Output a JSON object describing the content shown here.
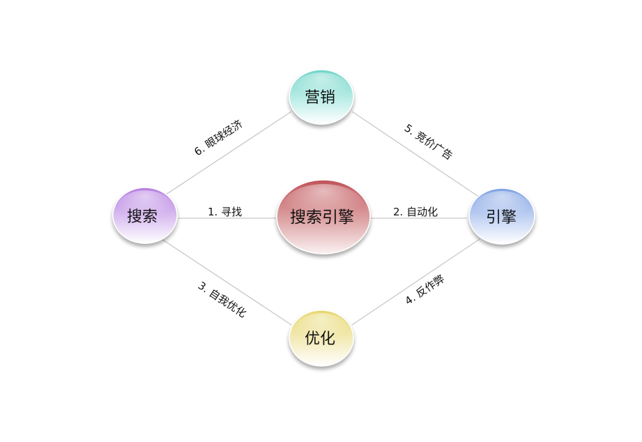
{
  "nodes": {
    "center": "搜索引擎",
    "search": "搜索",
    "marketing": "营销",
    "engine": "引擎",
    "optimize": "优化"
  },
  "edges": {
    "find": "1. 寻找",
    "automation": "2. 自动化",
    "self_optimize": "3. 自我优化",
    "anti_cheat": "4. 反作弊",
    "bidding_ads": "5. 竞价广告",
    "eyeball_economy": "6. 眼球经济"
  },
  "colors": {
    "search_node": "#c79be6",
    "marketing_node": "#8fe0d6",
    "engine_node": "#9ab7ea",
    "optimize_node": "#ece08e",
    "center_node": "#c9656a",
    "connector": "#c8c8c8"
  }
}
